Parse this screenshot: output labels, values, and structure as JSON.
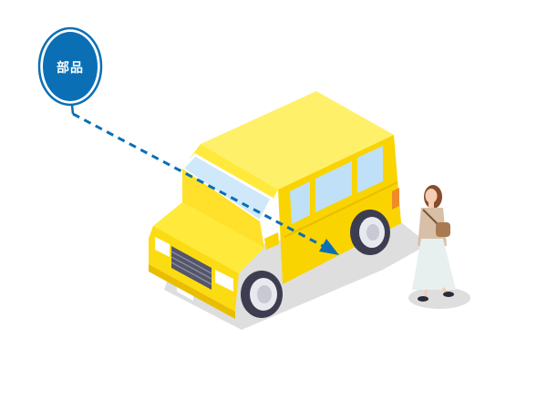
{
  "badge": {
    "label": "部品"
  },
  "colors": {
    "badge_fill": "#0a6fb5",
    "badge_ring": "#0a6fb5",
    "line": "#0a6fb5",
    "car_body": "#ffe93a",
    "car_side": "#f7d200",
    "car_shade": "#e9bd00",
    "window": "#bfe0f7",
    "shadow": "#dcdcdc",
    "tire": "#3d3d52",
    "hub": "#e8e8ef",
    "person_dress": "#e7f0ee",
    "person_jacket": "#d8bfa8",
    "person_hair": "#8a4b2d",
    "person_bag": "#a97a52"
  },
  "icons": {
    "badge": "part-label-badge",
    "arrow": "pointer-arrow-icon",
    "vehicle": "car-illustration",
    "person": "woman-figure"
  }
}
